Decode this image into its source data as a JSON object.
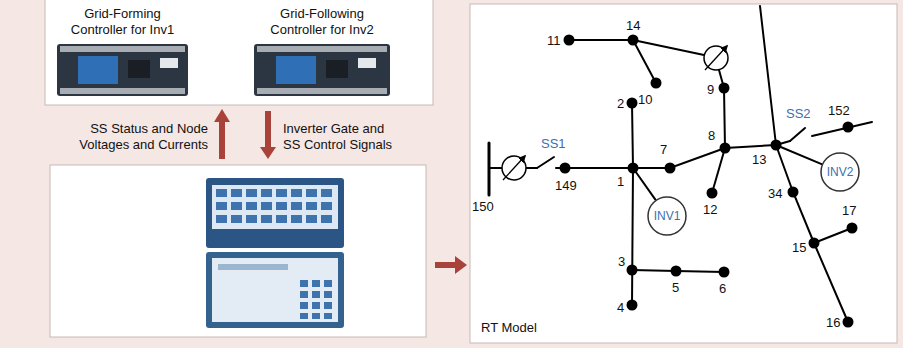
{
  "diagram": {
    "nodes": [
      {
        "text": [
          "Grid-Forming Controller for Inv1"
        ]
      },
      {
        "text": [
          "Grid-Following Controller for Inv2"
        ]
      },
      {
        "text": [
          "INV1"
        ]
      },
      {
        "text": [
          "INV2"
        ]
      }
    ],
    "labels": [
      "SS Status and Node Voltages and Currents",
      "Inverter Gate and SS Control Signals",
      "11",
      "14",
      "10",
      "9",
      "2",
      "7",
      "8",
      "12",
      "13",
      "SS2",
      "152",
      "SS1",
      "149",
      "1",
      "150",
      "34",
      "17",
      "15",
      "16",
      "3",
      "5",
      "6",
      "4",
      "RT Model"
    ]
  }
}
